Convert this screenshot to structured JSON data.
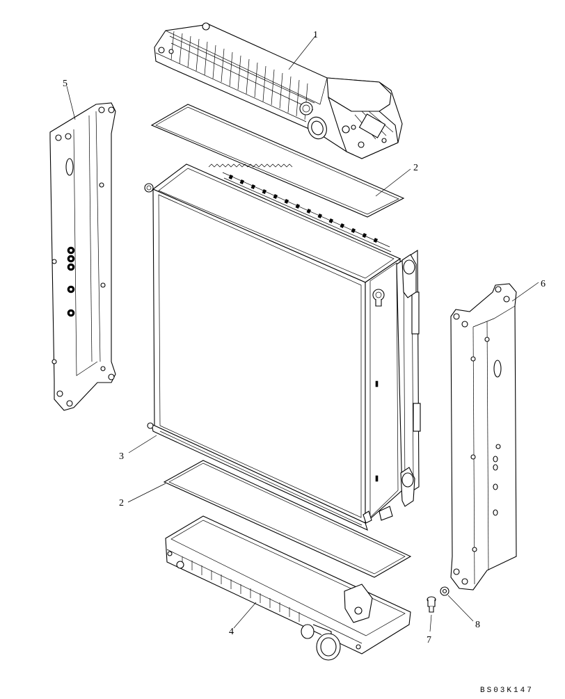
{
  "callouts": {
    "c1": "1",
    "c2a": "2",
    "c2b": "2",
    "c3": "3",
    "c4": "4",
    "c5": "5",
    "c6": "6",
    "c7": "7",
    "c8": "8"
  },
  "drawing_code": "BS03K147",
  "line_color": "#000000",
  "background_color": "#ffffff"
}
